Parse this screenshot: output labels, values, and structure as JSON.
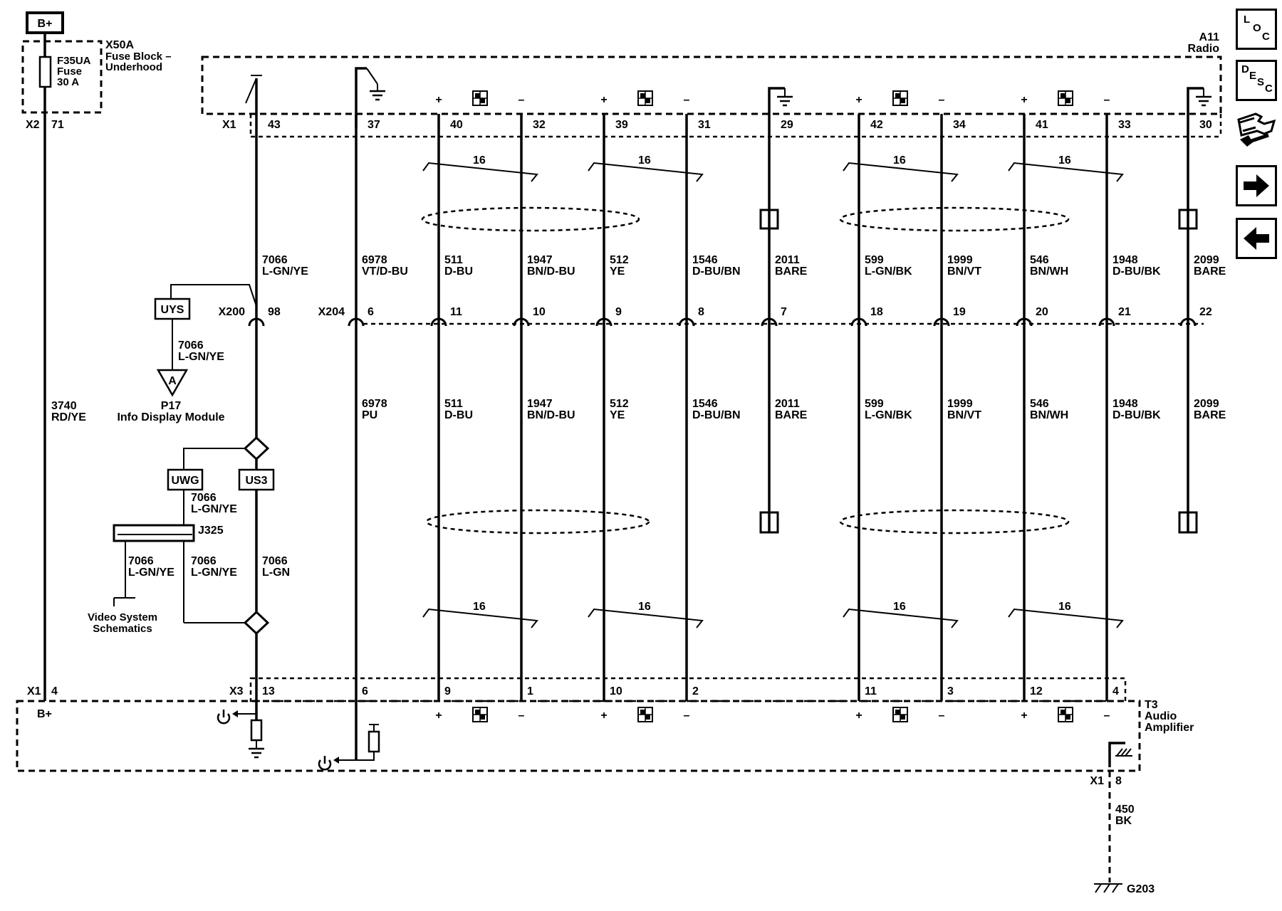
{
  "power_source": {
    "label": "B+"
  },
  "fuse_block": {
    "id": "X50A",
    "desc1": "Fuse Block –",
    "desc2": "Underhood",
    "fuse_id": "F35UA",
    "fuse_word": "Fuse",
    "fuse_rating": "30 A",
    "connector": "X2",
    "pin": "71"
  },
  "radio": {
    "id": "A11",
    "name": "Radio",
    "connector": "X1"
  },
  "radio_pins": [
    "43",
    "37",
    "40",
    "32",
    "39",
    "31",
    "29",
    "42",
    "34",
    "41",
    "33",
    "30"
  ],
  "twist_label": "16",
  "polarity": {
    "plus": "+",
    "minus": "–"
  },
  "wires_upper": [
    {
      "circuit": "7066",
      "color": "L-GN/YE"
    },
    {
      "circuit": "6978",
      "color": "VT/D-BU"
    },
    {
      "circuit": "511",
      "color": "D-BU"
    },
    {
      "circuit": "1947",
      "color": "BN/D-BU"
    },
    {
      "circuit": "512",
      "color": "YE"
    },
    {
      "circuit": "1546",
      "color": "D-BU/BN"
    },
    {
      "circuit": "2011",
      "color": "BARE"
    },
    {
      "circuit": "599",
      "color": "L-GN/BK"
    },
    {
      "circuit": "1999",
      "color": "BN/VT"
    },
    {
      "circuit": "546",
      "color": "BN/WH"
    },
    {
      "circuit": "1948",
      "color": "D-BU/BK"
    },
    {
      "circuit": "2099",
      "color": "BARE"
    }
  ],
  "inline_x200": {
    "id": "X200",
    "pin": "98"
  },
  "inline_x204": {
    "id": "X204",
    "pins": [
      "6",
      "11",
      "10",
      "9",
      "8",
      "7",
      "18",
      "19",
      "20",
      "21",
      "22"
    ]
  },
  "wires_lower": [
    {
      "circuit": "6978",
      "color": "PU"
    },
    {
      "circuit": "511",
      "color": "D-BU"
    },
    {
      "circuit": "1947",
      "color": "BN/D-BU"
    },
    {
      "circuit": "512",
      "color": "YE"
    },
    {
      "circuit": "1546",
      "color": "D-BU/BN"
    },
    {
      "circuit": "2011",
      "color": "BARE"
    },
    {
      "circuit": "599",
      "color": "L-GN/BK"
    },
    {
      "circuit": "1999",
      "color": "BN/VT"
    },
    {
      "circuit": "546",
      "color": "BN/WH"
    },
    {
      "circuit": "1948",
      "color": "D-BU/BK"
    },
    {
      "circuit": "2099",
      "color": "BARE"
    }
  ],
  "supply_wire": {
    "circuit": "3740",
    "color": "RD/YE"
  },
  "uys": {
    "label": "UYS",
    "circuit": "7066",
    "color": "L-GN/YE",
    "ref": "A",
    "module_id": "P17",
    "module_name": "Info Display Module"
  },
  "uwg": {
    "label": "UWG",
    "circuit": "7066",
    "color": "L-GN/YE"
  },
  "us3": {
    "label": "US3",
    "circuit": "7066",
    "color": "L-GN"
  },
  "j325": {
    "id": "J325",
    "circuit": "7066",
    "color": "L-GN/YE",
    "dest1": "Video System",
    "dest2": "Schematics"
  },
  "amp": {
    "id": "T3",
    "name1": "Audio",
    "name2": "Amplifier",
    "supply": "B+",
    "conn_x1": "X1",
    "pin_x1": "4",
    "conn_x3": "X3",
    "pins_x3": [
      "13",
      "6",
      "9",
      "1",
      "10",
      "2",
      "11",
      "3",
      "12",
      "4"
    ]
  },
  "ground": {
    "connector": "X1",
    "pin": "8",
    "circuit": "450",
    "color": "BK",
    "id": "G203"
  },
  "nav": {
    "loc": [
      "L",
      "O",
      "C"
    ],
    "desc": [
      "D",
      "E",
      "S",
      "C"
    ]
  },
  "icons": [
    "loc-icon",
    "desc-icon",
    "connector-wrench-icon",
    "arrow-right-icon",
    "arrow-left-icon"
  ]
}
